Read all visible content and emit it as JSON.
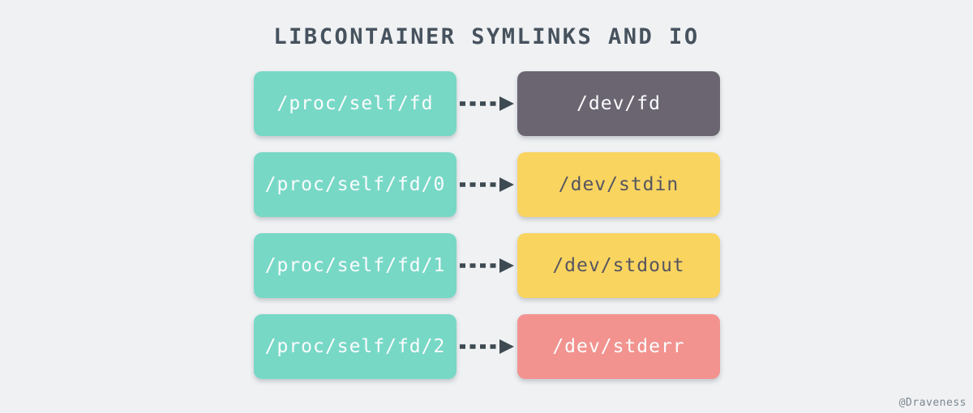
{
  "title": "LIBCONTAINER SYMLINKS AND IO",
  "watermark": "@Draveness",
  "colors": {
    "background": "#EFF1F3",
    "teal": "#78D8C6",
    "dark": "#6B6571",
    "yellow": "#F9D45F",
    "salmon": "#F2938F",
    "arrow": "#3E4A52",
    "title_text": "#46525D",
    "text_light": "#FBFCFD",
    "text_dark": "#565560",
    "watermark_text": "#7D8791"
  },
  "rows": [
    {
      "source": "/proc/self/fd",
      "target": "/dev/fd",
      "source_color": "teal",
      "source_text": "light",
      "target_color": "dark",
      "target_text": "light",
      "arrow_icon": "dashed-right-arrow"
    },
    {
      "source": "/proc/self/fd/0",
      "target": "/dev/stdin",
      "source_color": "teal",
      "source_text": "light",
      "target_color": "yellow",
      "target_text": "dark",
      "arrow_icon": "dashed-right-arrow"
    },
    {
      "source": "/proc/self/fd/1",
      "target": "/dev/stdout",
      "source_color": "teal",
      "source_text": "light",
      "target_color": "yellow",
      "target_text": "dark",
      "arrow_icon": "dashed-right-arrow"
    },
    {
      "source": "/proc/self/fd/2",
      "target": "/dev/stderr",
      "source_color": "teal",
      "source_text": "light",
      "target_color": "salmon",
      "target_text": "light",
      "arrow_icon": "dashed-right-arrow"
    }
  ]
}
